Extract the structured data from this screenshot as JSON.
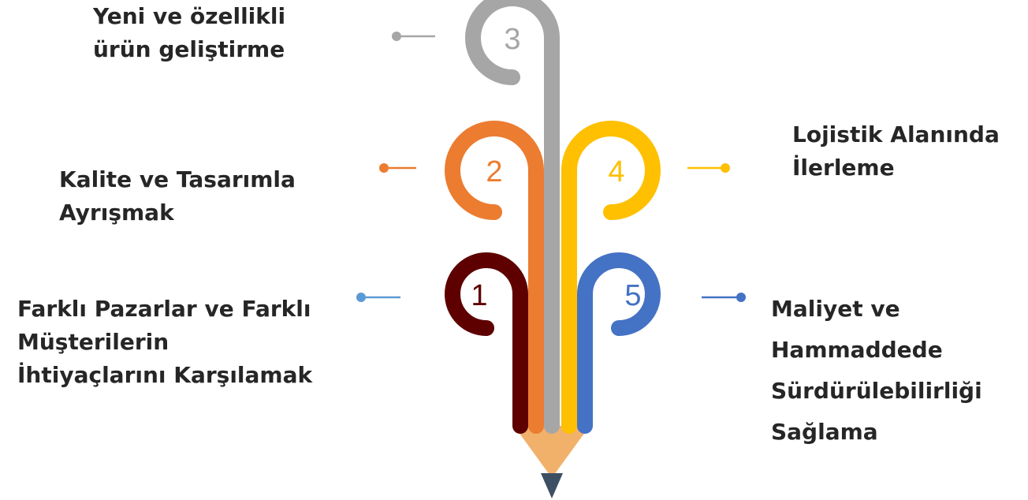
{
  "colors": {
    "step_1": "#5e0000",
    "step_2": "#ec7c30",
    "step_3": "#a6a6a6",
    "step_4": "#fec000",
    "step_5": "#4472c4",
    "step_1_connector": "#5b9bd5",
    "pencil_wood": "#f2b16b",
    "pencil_tip": "#3d4f63",
    "text": "#262626"
  },
  "steps": [
    {
      "number": "1",
      "lines": [
        "Farklı Pazarlar ve Farklı",
        "Müşterilerin",
        "İhtiyaçlarını Karşılamak"
      ]
    },
    {
      "number": "2",
      "lines": [
        "Kalite ve Tasarımla",
        "Ayrışmak"
      ]
    },
    {
      "number": "3",
      "lines": [
        "Yeni ve özellikli",
        "ürün geliştirme"
      ]
    },
    {
      "number": "4",
      "lines": [
        "Lojistik Alanında",
        "İlerleme"
      ]
    },
    {
      "number": "5",
      "lines": [
        "Maliyet ve",
        "Hammaddede",
        "Sürdürülebilirliği",
        "Sağlama"
      ]
    }
  ]
}
